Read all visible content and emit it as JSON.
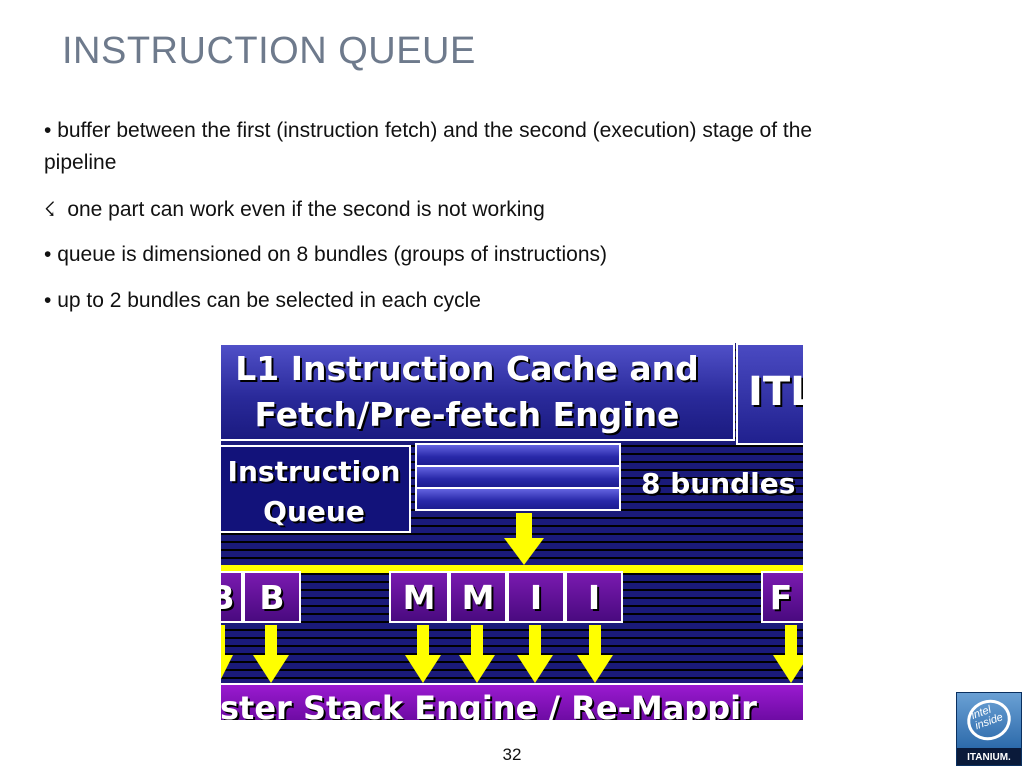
{
  "slide": {
    "title": "INSTRUCTION QUEUE",
    "page_number": "32"
  },
  "bullets": [
    {
      "marker": "•",
      "text": "buffer between the first (instruction fetch) and the second (execution) stage of the"
    },
    {
      "marker": "",
      "text": "pipeline"
    },
    {
      "marker": "☇",
      "text": "one part can work even if the second is not working"
    },
    {
      "marker": "•",
      "text": "queue is dimensioned on 8 bundles (groups of instructions)"
    },
    {
      "marker": "•",
      "text": "up to 2 bundles can be selected in each cycle"
    }
  ],
  "diagram": {
    "cache_line1": "L1 Instruction Cache and",
    "cache_line2": "Fetch/Pre-fetch Engine",
    "itlb": "ITL",
    "queue_line1": "Instruction",
    "queue_line2": "Queue",
    "bundles": "8 bundles",
    "slots": [
      "B",
      "B",
      "M",
      "M",
      "I",
      "I",
      "F"
    ],
    "bottom": "ister Stack Engine / Re-Mappir",
    "colors": {
      "background": "#1a1a7a",
      "arrow": "#ffff00",
      "slot": "#6a10a0",
      "cache": "#3a3ab0"
    }
  },
  "logo": {
    "inner_text": "intel\ninside",
    "brand": "ITANIUM."
  }
}
